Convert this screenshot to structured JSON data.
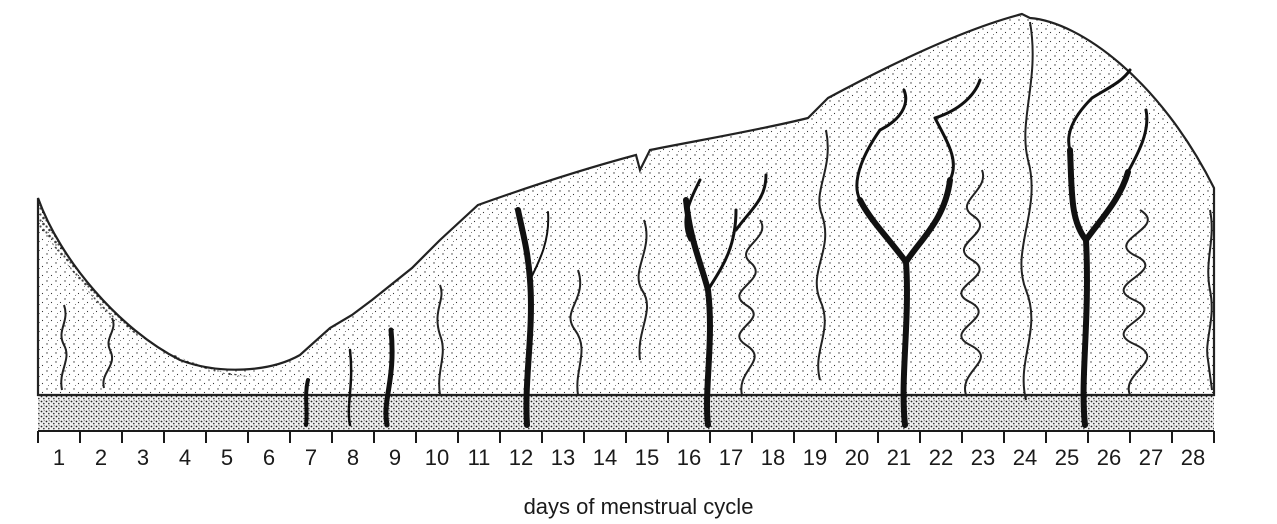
{
  "figure": {
    "axis_caption": "days of menstrual cycle",
    "days": [
      "1",
      "2",
      "3",
      "4",
      "5",
      "6",
      "7",
      "8",
      "9",
      "10",
      "11",
      "12",
      "13",
      "14",
      "15",
      "16",
      "17",
      "18",
      "19",
      "20",
      "21",
      "22",
      "23",
      "24",
      "25",
      "26",
      "27",
      "28"
    ]
  },
  "colors": {
    "ink": "#1a1a1a",
    "background": "#ffffff"
  }
}
